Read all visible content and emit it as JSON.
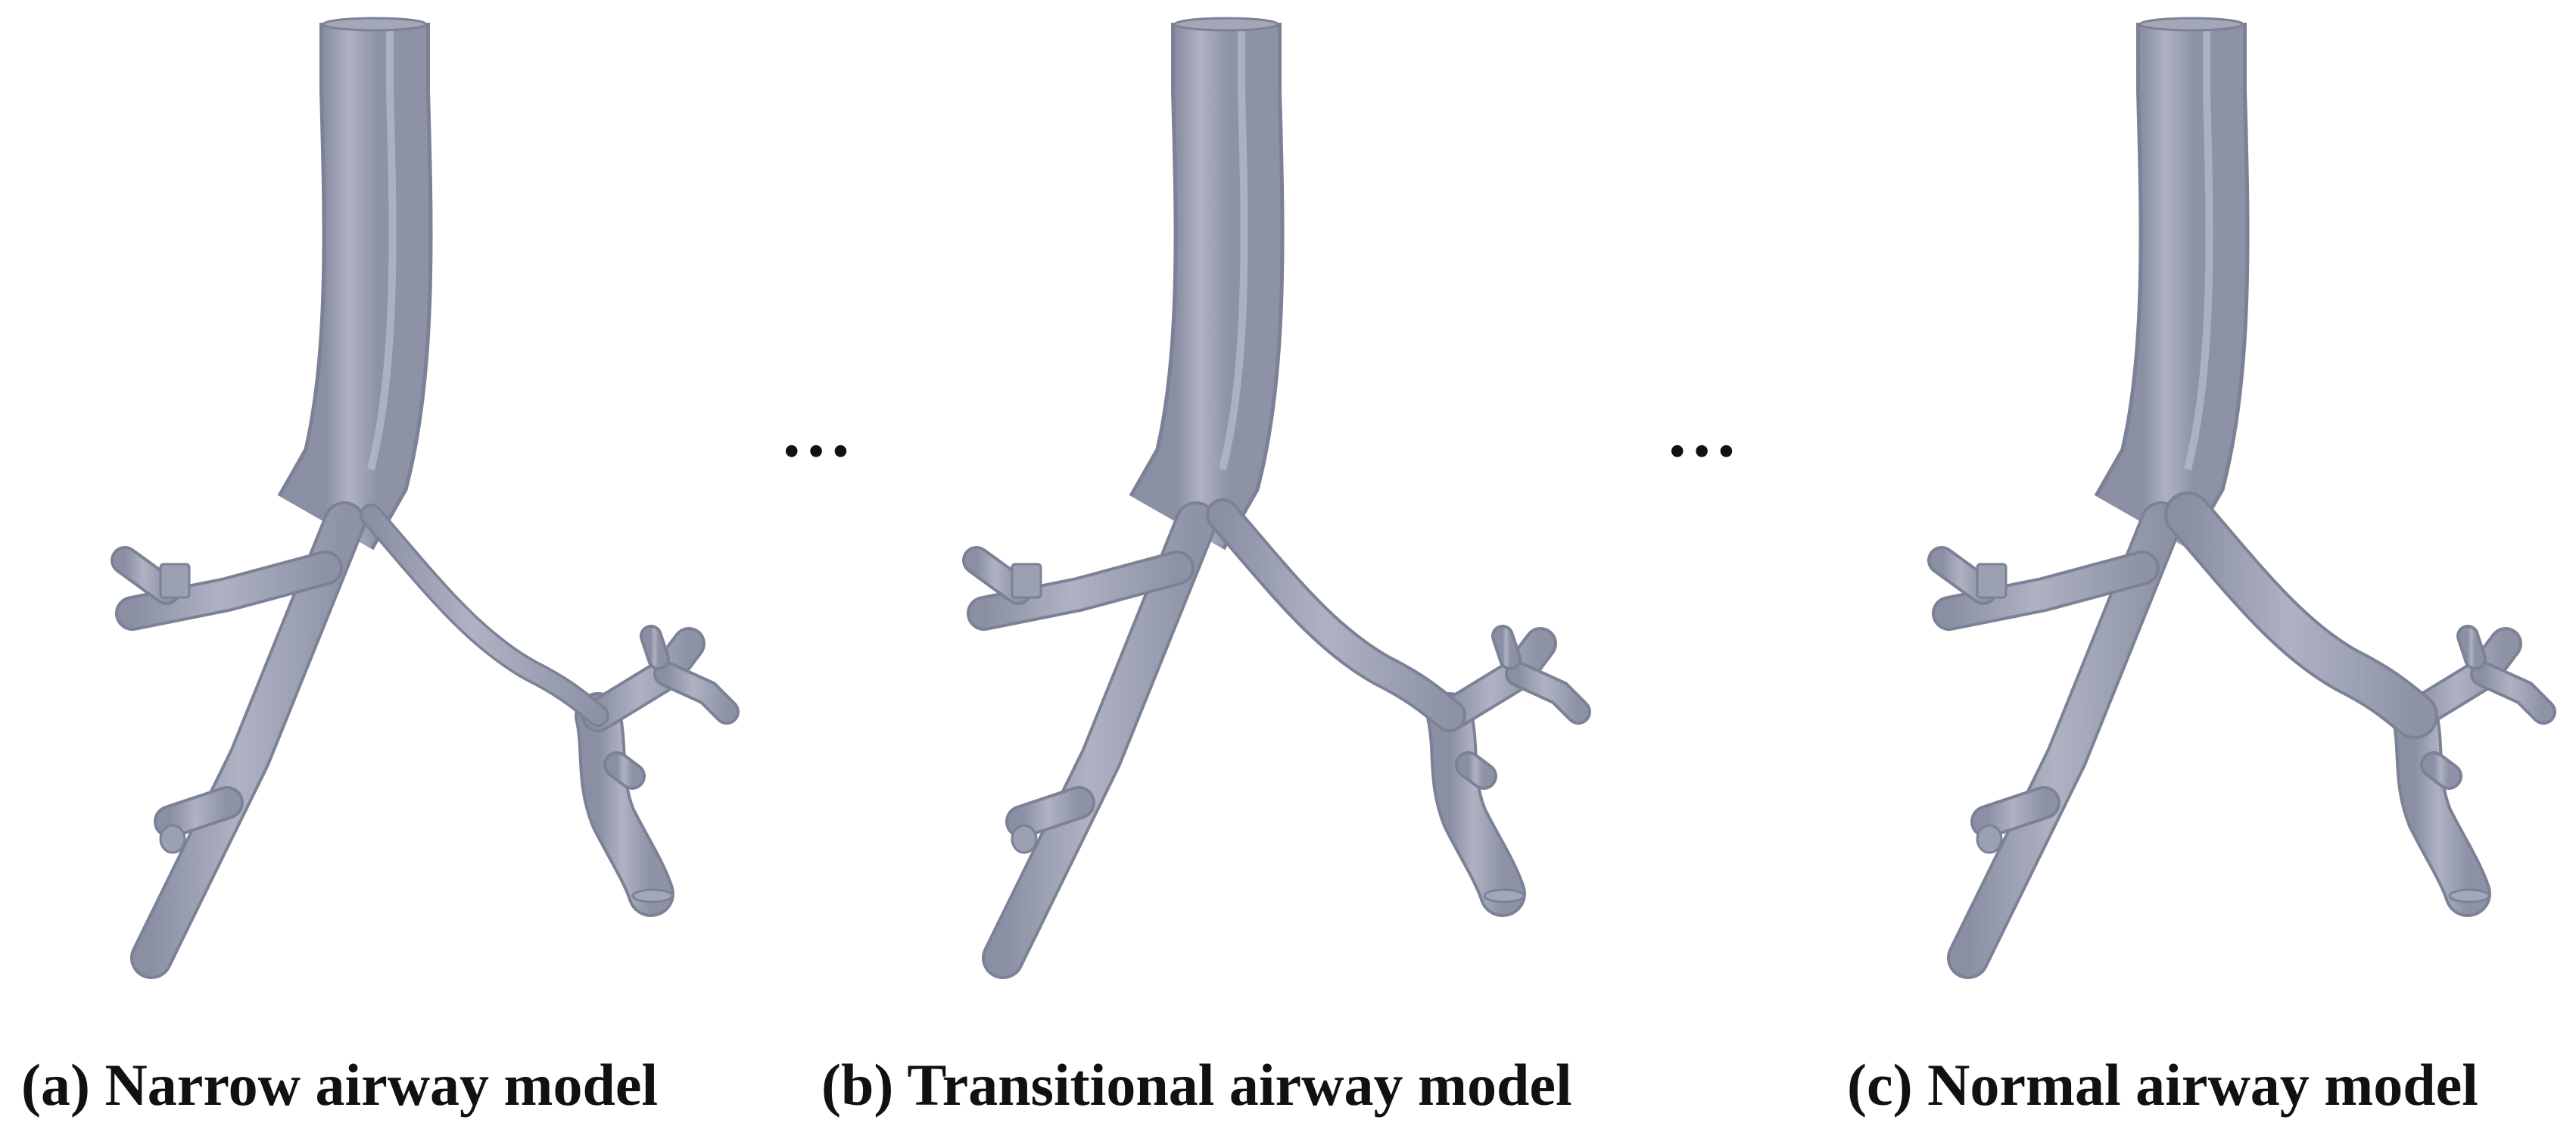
{
  "figure": {
    "panels": [
      {
        "caption": "(a) Narrow airway model",
        "variant": "narrow"
      },
      {
        "caption": "(b) Transitional airway model",
        "variant": "transitional"
      },
      {
        "caption": "(c) Normal airway model",
        "variant": "normal"
      }
    ],
    "separators": [
      "…",
      "…"
    ]
  },
  "colors": {
    "airway": "#9ba0b3",
    "airway_edge": "#7c8196",
    "airway_light": "#b9bdcb",
    "background": "#ffffff"
  }
}
